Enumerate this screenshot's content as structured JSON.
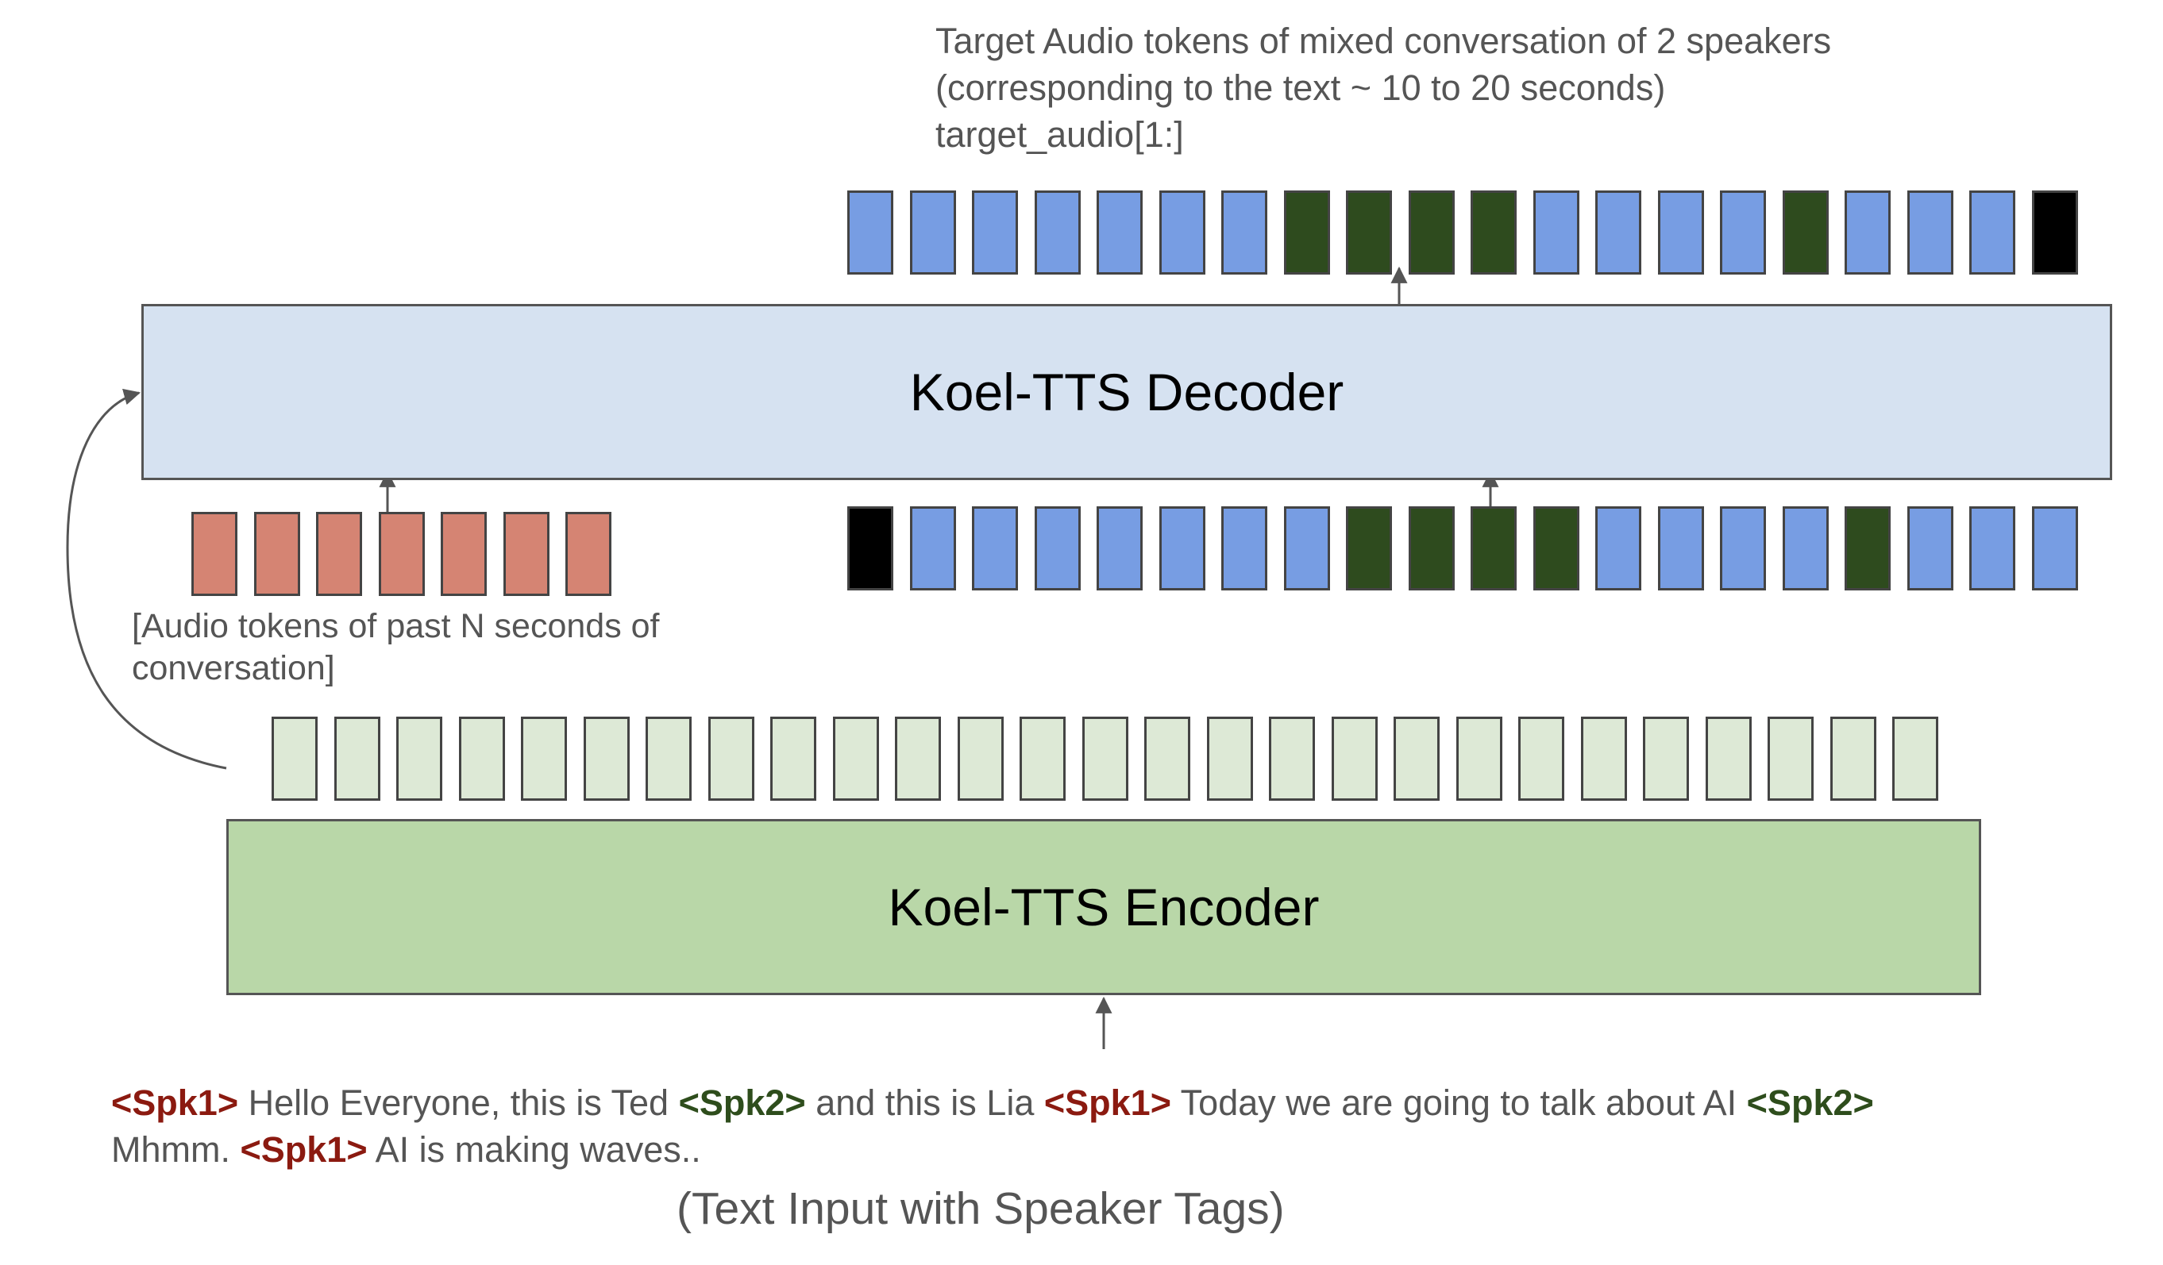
{
  "target_caption": {
    "line1": "Target Audio tokens of mixed conversation of 2 speakers",
    "line2": "(corresponding to the text ~ 10 to 20 seconds)",
    "line3": "target_audio[1:]"
  },
  "decoder_label": "Koel-TTS Decoder",
  "encoder_label": "Koel-TTS Encoder",
  "context_label": {
    "line1": "[Audio tokens of past N seconds of",
    "line2": "conversation]"
  },
  "footer_label": "(Text Input with Speaker Tags)",
  "input_text": {
    "line1": [
      {
        "kind": "spk1",
        "text": "<Spk1>"
      },
      {
        "kind": "text",
        "text": " Hello Everyone, this is Ted "
      },
      {
        "kind": "spk2",
        "text": "<Spk2>"
      },
      {
        "kind": "text",
        "text": " and this is Lia "
      },
      {
        "kind": "spk1",
        "text": "<Spk1>"
      },
      {
        "kind": "text",
        "text": " Today we are going to talk about AI "
      },
      {
        "kind": "spk2",
        "text": "<Spk2>"
      }
    ],
    "line2": [
      {
        "kind": "text",
        "text": "Mhmm. "
      },
      {
        "kind": "spk1",
        "text": "<Spk1>"
      },
      {
        "kind": "text",
        "text": " AI is making waves.."
      }
    ]
  },
  "token_rows": {
    "target_output": [
      "b",
      "b",
      "b",
      "b",
      "b",
      "b",
      "b",
      "g",
      "g",
      "g",
      "g",
      "b",
      "b",
      "b",
      "b",
      "g",
      "b",
      "b",
      "b",
      "k"
    ],
    "decoder_input": [
      "k",
      "b",
      "b",
      "b",
      "b",
      "b",
      "b",
      "b",
      "g",
      "g",
      "g",
      "g",
      "b",
      "b",
      "b",
      "b",
      "g",
      "b",
      "b",
      "b"
    ],
    "context_tokens": 7,
    "encoder_outputs": 27
  },
  "colors": {
    "speaker1_audio_token": "#779de3",
    "speaker2_audio_token": "#2e4b1e",
    "eos_bos_token": "#000000",
    "context_token": "#d58473",
    "encoder_output_token": "#dde9d6",
    "decoder_fill": "#d6e2f1",
    "encoder_fill": "#b9d7a8",
    "speaker1_tag": "#8b1a10",
    "speaker2_tag": "#2e4d1c"
  }
}
